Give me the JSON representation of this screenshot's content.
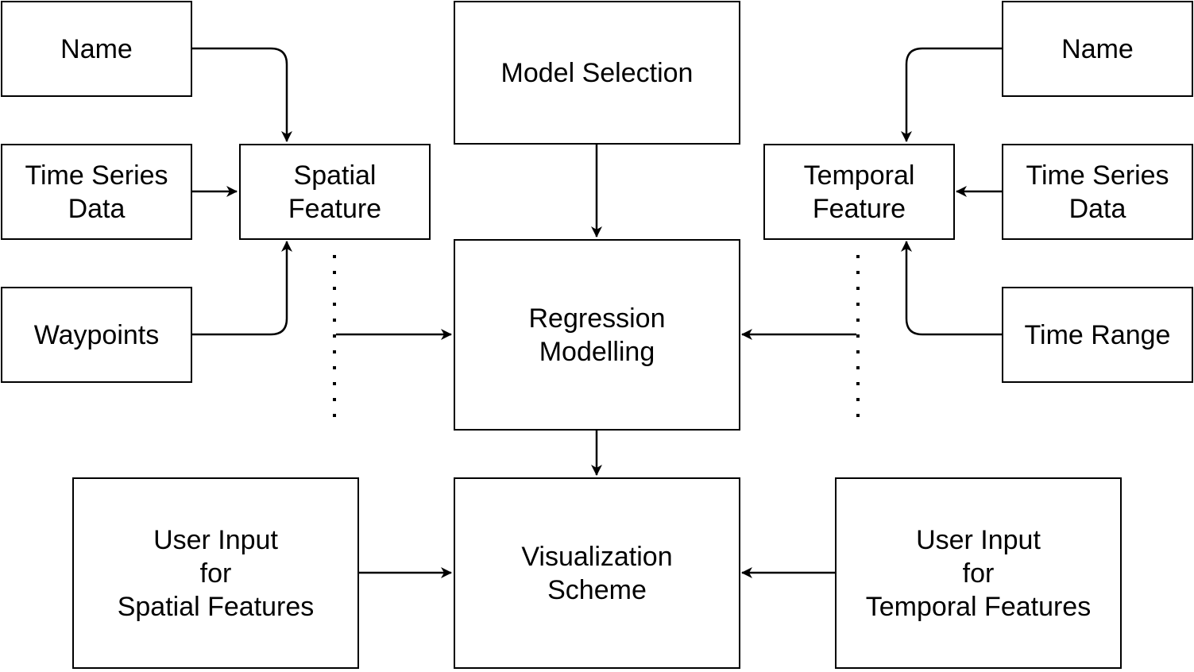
{
  "diagram": {
    "nodes": {
      "name_left": "Name",
      "ts_left": "Time Series\nData",
      "waypoints": "Waypoints",
      "spatial_feature": "Spatial\nFeature",
      "model_selection": "Model Selection",
      "regression": "Regression\nModelling",
      "visualization": "Visualization\nScheme",
      "user_spatial": "User Input\nfor\nSpatial Features",
      "temporal_feature": "Temporal\nFeature",
      "name_right": "Name",
      "ts_right": "Time Series\nData",
      "time_range": "Time Range",
      "user_temporal": "User Input\nfor\nTemporal Features"
    },
    "edges": [
      {
        "from": "name_left",
        "to": "spatial_feature"
      },
      {
        "from": "ts_left",
        "to": "spatial_feature"
      },
      {
        "from": "waypoints",
        "to": "spatial_feature"
      },
      {
        "from": "model_selection",
        "to": "regression"
      },
      {
        "from": "spatial_feature",
        "to": "regression",
        "style": "dotted"
      },
      {
        "from": "temporal_feature",
        "to": "regression",
        "style": "dotted"
      },
      {
        "from": "regression",
        "to": "visualization"
      },
      {
        "from": "user_spatial",
        "to": "visualization"
      },
      {
        "from": "user_temporal",
        "to": "visualization"
      },
      {
        "from": "name_right",
        "to": "temporal_feature"
      },
      {
        "from": "ts_right",
        "to": "temporal_feature"
      },
      {
        "from": "time_range",
        "to": "temporal_feature"
      }
    ]
  }
}
